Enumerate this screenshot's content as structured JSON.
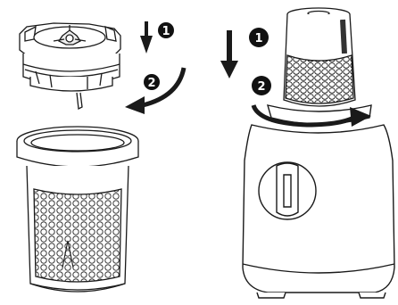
{
  "figure": {
    "panels": [
      {
        "id": "blade-assembly",
        "steps": [
          {
            "number": "1",
            "action": "press-down"
          },
          {
            "number": "2",
            "action": "rotate"
          }
        ]
      },
      {
        "id": "blender-base",
        "steps": [
          {
            "number": "1",
            "action": "press-down"
          },
          {
            "number": "2",
            "action": "rotate"
          }
        ]
      }
    ],
    "colors": {
      "line": "#1a1a1a",
      "badge": "#111111",
      "background": "#ffffff"
    }
  }
}
